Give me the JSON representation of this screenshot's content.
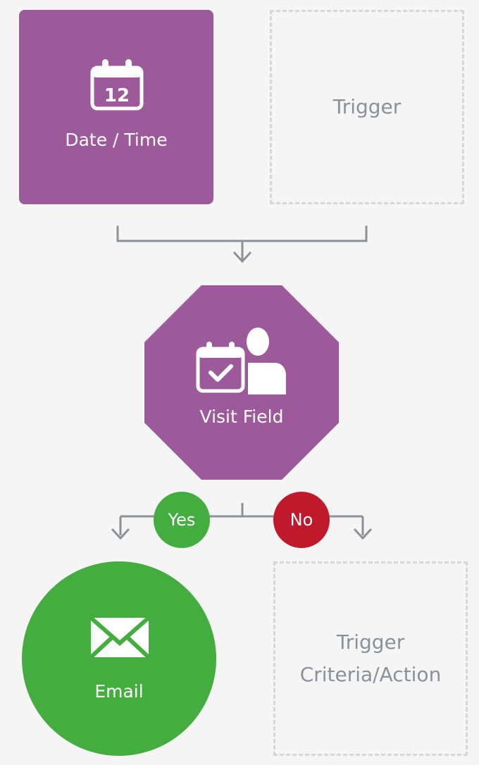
{
  "nodes": {
    "datetime": {
      "label": "Date / Time",
      "icon": "calendar-icon",
      "calendar_day": "12"
    },
    "trigger_top": {
      "label": "Trigger"
    },
    "visit_field": {
      "label": "Visit Field",
      "icon": "calendar-check-user-icon"
    },
    "email": {
      "label": "Email",
      "icon": "envelope-icon"
    },
    "trigger_bottom": {
      "line1": "Trigger",
      "line2": "Criteria/Action"
    }
  },
  "branches": {
    "yes_label": "Yes",
    "no_label": "No"
  },
  "colors": {
    "purple": "#9c5a9b",
    "green": "#43ae3f",
    "red": "#c0192b",
    "connector": "#8a9198",
    "dashed_border": "#d6d6d6",
    "background": "#f5f5f5"
  }
}
